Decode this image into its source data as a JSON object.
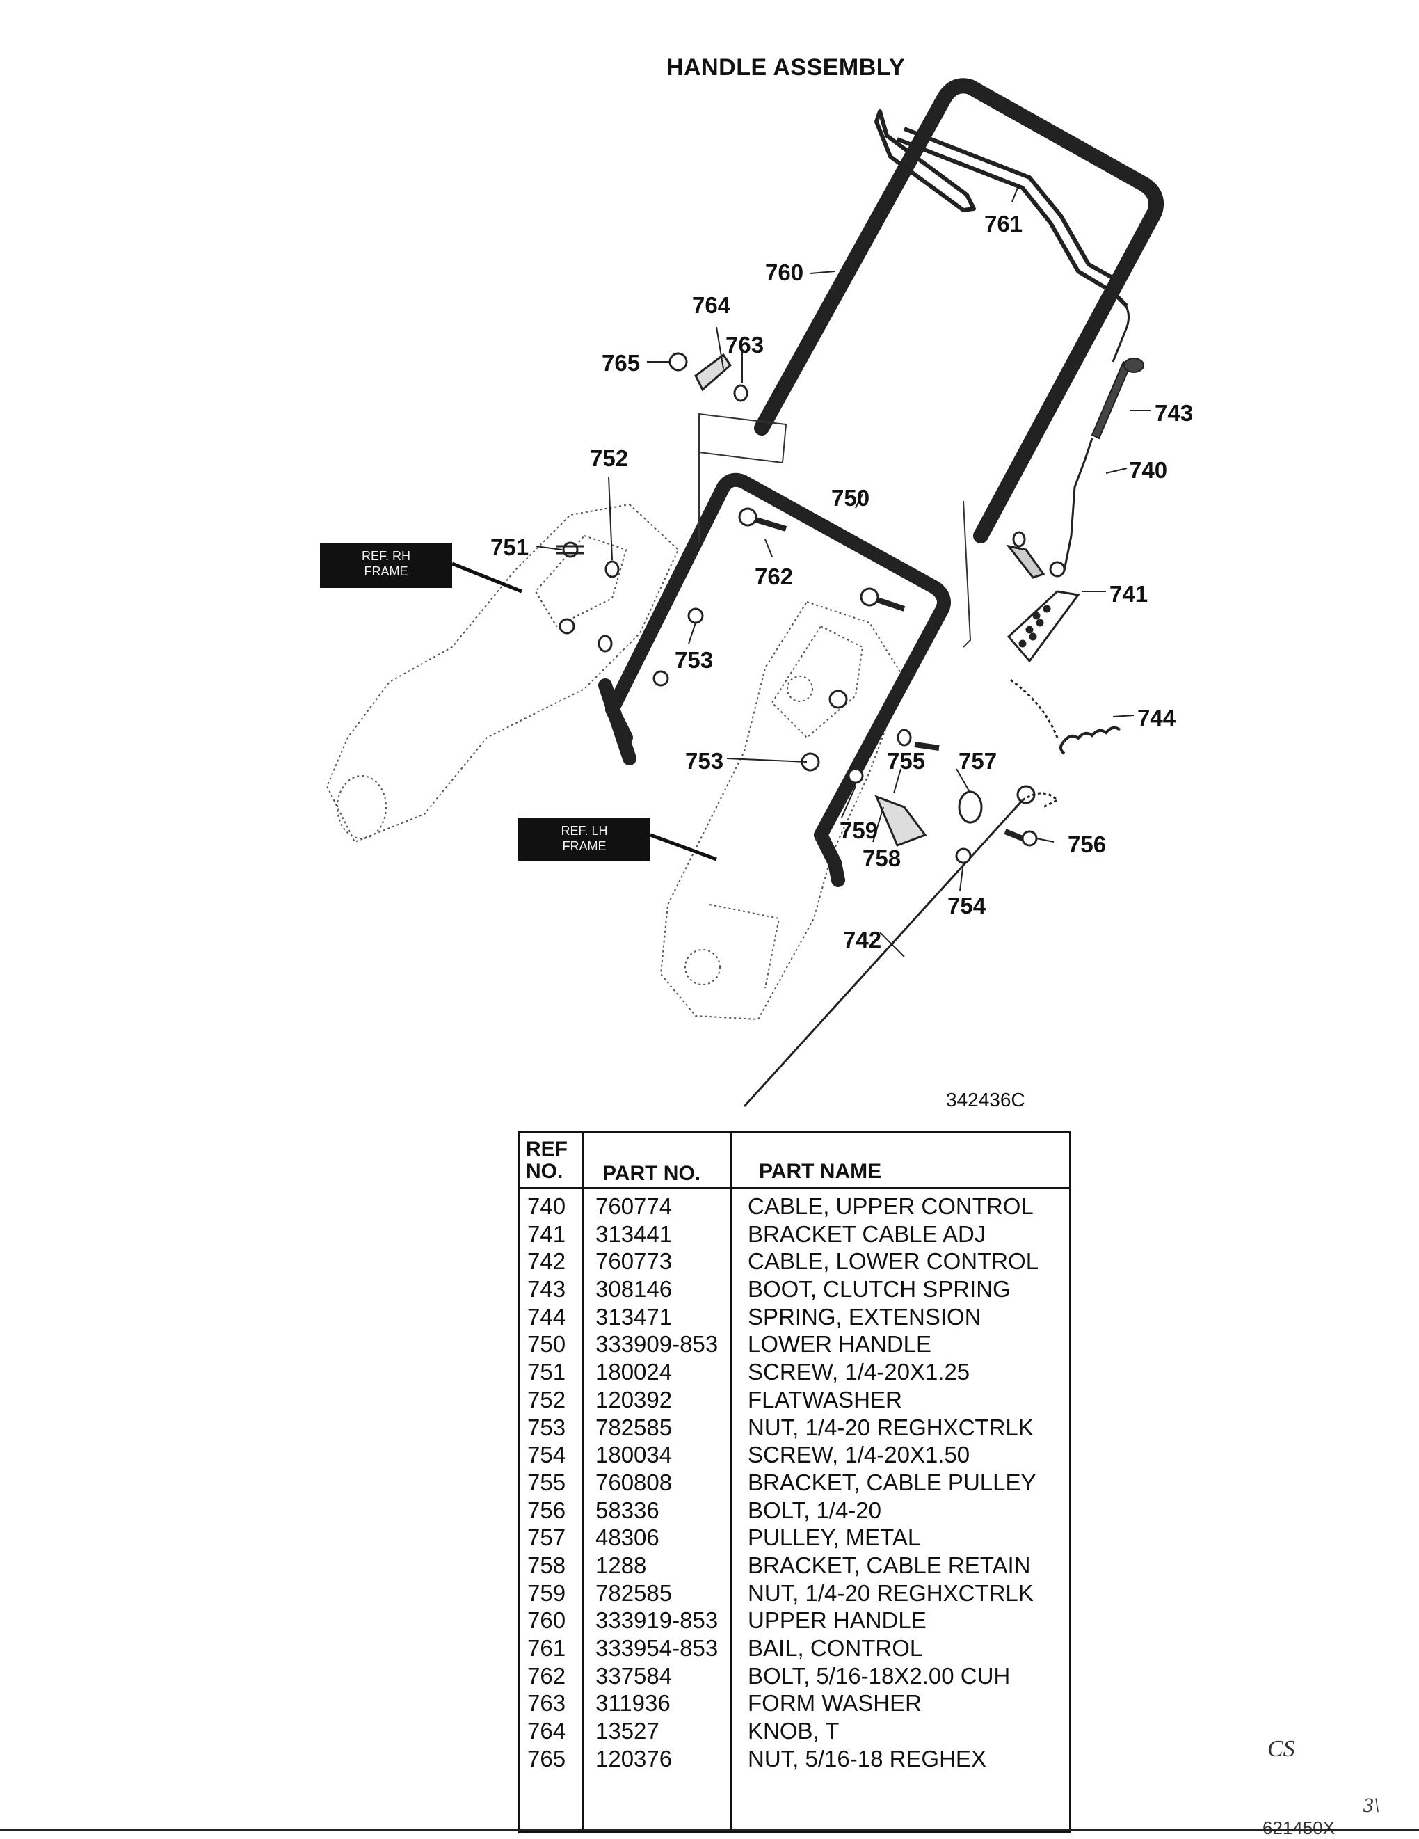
{
  "page": {
    "title": "HANDLE ASSEMBLY",
    "figure_number": "342436C",
    "page_code": "621450X",
    "margin_marks": [
      "CS",
      "3\\"
    ]
  },
  "diagram": {
    "frame_labels": {
      "rh": [
        "REF. RH",
        "FRAME"
      ],
      "lh": [
        "REF. LH",
        "FRAME"
      ]
    },
    "callouts": [
      "760",
      "761",
      "764",
      "763",
      "765",
      "743",
      "740",
      "752",
      "750",
      "751",
      "762",
      "741",
      "753",
      "744",
      "753",
      "755",
      "757",
      "759",
      "756",
      "758",
      "754",
      "742"
    ]
  },
  "table": {
    "headers": {
      "ref_line1": "REF",
      "ref_line2": "NO.",
      "part_no": "PART NO.",
      "part_name": "PART NAME"
    },
    "rows": [
      {
        "ref": "740",
        "part_no": "760774",
        "name": "CABLE, UPPER CONTROL"
      },
      {
        "ref": "741",
        "part_no": "313441",
        "name": "BRACKET CABLE ADJ"
      },
      {
        "ref": "742",
        "part_no": "760773",
        "name": "CABLE, LOWER CONTROL"
      },
      {
        "ref": "743",
        "part_no": "308146",
        "name": "BOOT, CLUTCH SPRING"
      },
      {
        "ref": "744",
        "part_no": "313471",
        "name": "SPRING, EXTENSION"
      },
      {
        "ref": "750",
        "part_no": "333909-853",
        "name": "LOWER HANDLE"
      },
      {
        "ref": "751",
        "part_no": "180024",
        "name": "SCREW, 1/4-20X1.25"
      },
      {
        "ref": "752",
        "part_no": "120392",
        "name": "FLATWASHER"
      },
      {
        "ref": "753",
        "part_no": "782585",
        "name": "NUT, 1/4-20 REGHXCTRLK"
      },
      {
        "ref": "754",
        "part_no": "180034",
        "name": "SCREW, 1/4-20X1.50"
      },
      {
        "ref": "755",
        "part_no": "760808",
        "name": "BRACKET, CABLE PULLEY"
      },
      {
        "ref": "756",
        "part_no": "58336",
        "name": "BOLT, 1/4-20"
      },
      {
        "ref": "757",
        "part_no": "48306",
        "name": "PULLEY, METAL"
      },
      {
        "ref": "758",
        "part_no": "1288",
        "name": "BRACKET, CABLE RETAIN"
      },
      {
        "ref": "759",
        "part_no": "782585",
        "name": "NUT, 1/4-20 REGHXCTRLK"
      },
      {
        "ref": "760",
        "part_no": "333919-853",
        "name": "UPPER HANDLE"
      },
      {
        "ref": "761",
        "part_no": "333954-853",
        "name": "BAIL, CONTROL"
      },
      {
        "ref": "762",
        "part_no": "337584",
        "name": "BOLT, 5/16-18X2.00 CUH"
      },
      {
        "ref": "763",
        "part_no": "311936",
        "name": "FORM WASHER"
      },
      {
        "ref": "764",
        "part_no": "13527",
        "name": "KNOB, T"
      },
      {
        "ref": "765",
        "part_no": "120376",
        "name": "NUT, 5/16-18 REGHEX"
      }
    ]
  }
}
